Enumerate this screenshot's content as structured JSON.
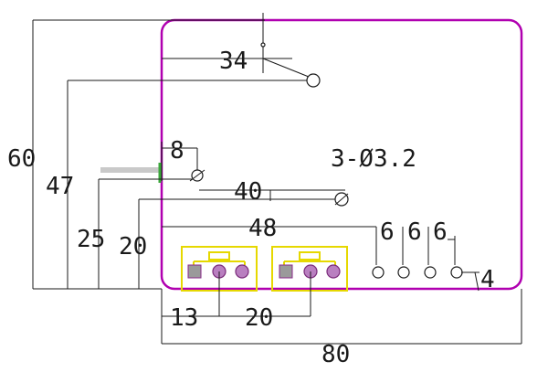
{
  "drawing": {
    "outline_color": "#b000b0",
    "connector_color": "#e6d800",
    "pad_color": "#b97fc0",
    "hole_note": "3-Ø3.2",
    "dimensions": {
      "height_total": "60",
      "width_total": "80",
      "d34": "34",
      "d47": "47",
      "d8": "8",
      "d40": "40",
      "d25": "25",
      "d20_left": "20",
      "d48": "48",
      "d6a": "6",
      "d6b": "6",
      "d6c": "6",
      "d4": "4",
      "d13": "13",
      "d20_bottom": "20"
    }
  }
}
